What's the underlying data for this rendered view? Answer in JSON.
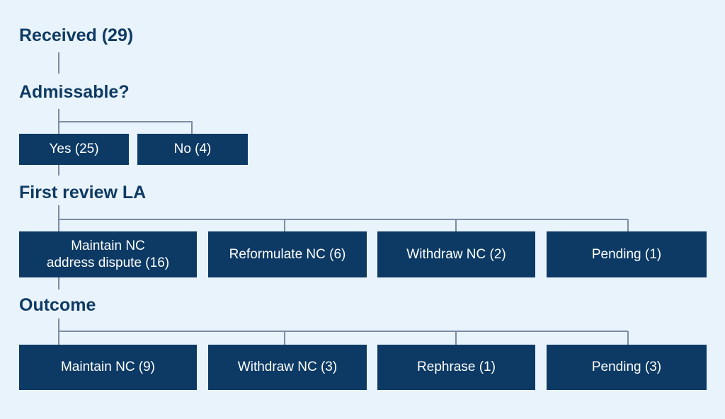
{
  "headings": {
    "received": "Received (29)",
    "admissable": "Admissable?",
    "first_review": "First review LA",
    "outcome": "Outcome"
  },
  "admissable_boxes": [
    {
      "label": "Yes (25)"
    },
    {
      "label": "No (4)"
    }
  ],
  "first_review_boxes": [
    {
      "lines": [
        "Maintain NC",
        "address dispute (16)"
      ]
    },
    {
      "label": "Reformulate NC (6)"
    },
    {
      "label": "Withdraw NC (2)"
    },
    {
      "label": "Pending (1)"
    }
  ],
  "outcome_boxes": [
    {
      "label": "Maintain NC (9)"
    },
    {
      "label": "Withdraw NC (3)"
    },
    {
      "label": "Rephrase (1)"
    },
    {
      "label": "Pending (3)"
    }
  ],
  "colors": {
    "background": "#e8f3fc",
    "box_fill": "#0c3a64",
    "heading_text": "#0f3a64",
    "connector": "#7d8ca4"
  }
}
